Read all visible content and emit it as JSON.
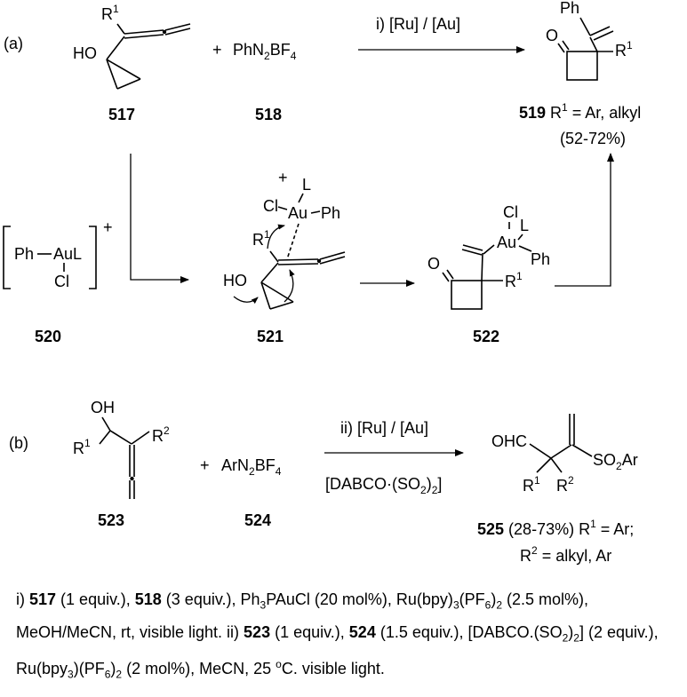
{
  "panels": {
    "a": "(a)",
    "b": "(b)"
  },
  "reaction_a": {
    "condition": "i) [Ru] / [Au]",
    "plus": "+",
    "reactant_517": {
      "id": "517",
      "r_label": "R",
      "r_sup": "1",
      "ho": "HO"
    },
    "reactant_518": {
      "id": "518",
      "ph": "PhN",
      "n_sub": "2",
      "bf": "BF",
      "bf_sub": "4"
    },
    "product_519": {
      "id": "519",
      "ph": "Ph",
      "o": "O",
      "r_label": "R",
      "r_sup": "1",
      "desc_r": " R",
      "desc_sup": "1",
      "desc_rest": " = Ar, alkyl",
      "yield": "(52-72%)"
    },
    "complex_520": {
      "id": "520",
      "ph": "Ph",
      "aul": "AuL",
      "cl": "Cl",
      "charge": "+"
    },
    "intermediate_521": {
      "id": "521",
      "plus": "+",
      "cl": "Cl",
      "l": "L",
      "au": "Au",
      "ph": "Ph",
      "r_label": "R",
      "r_sup": "1",
      "ho": "HO"
    },
    "intermediate_522": {
      "id": "522",
      "cl": "Cl",
      "l": "L",
      "au": "Au",
      "ph": "Ph",
      "o": "O",
      "r_label": "R",
      "r_sup": "1"
    }
  },
  "reaction_b": {
    "condition_top": "ii) [Ru] / [Au]",
    "condition_bottom_a": "[DABCO",
    "condition_bottom_dot": "·",
    "condition_bottom_b": "(SO",
    "condition_bottom_sub": "2",
    "condition_bottom_c": ")",
    "condition_bottom_sub2": "2",
    "condition_bottom_d": "]",
    "plus": "+",
    "reactant_523": {
      "id": "523",
      "oh": "OH",
      "r1": "R",
      "r1_sup": "1",
      "r2": "R",
      "r2_sup": "2"
    },
    "reactant_524": {
      "id": "524",
      "ar": "ArN",
      "n_sub": "2",
      "bf": "BF",
      "bf_sub": "4"
    },
    "product_525": {
      "id": "525",
      "ohc": "OHC",
      "so": "SO",
      "so_sub": "2",
      "ar": "Ar",
      "r1": "R",
      "r1_sup": "1",
      "r2": "R",
      "r2_sup": "2",
      "desc_a": " (28-73%) R",
      "desc_a_sup": "1",
      "desc_a_rest": " = Ar;",
      "desc_b": "R",
      "desc_b_sup": "2",
      "desc_b_rest": " = alkyl, Ar"
    }
  },
  "footnote": {
    "p1": "i) ",
    "c517": "517",
    "p2": " (1 equiv.), ",
    "c518": "518",
    "p3": " (3 equiv.), Ph",
    "p3_sub": "3",
    "p4": "PAuCl (20 mol%), Ru(bpy)",
    "p4_sub": "3",
    "p5": "(PF",
    "p5_sub": "6",
    "p6": ")",
    "p6_sub": "2",
    "p7": " (2.5 mol%), MeOH/MeCN, rt, visible light. ii) ",
    "c523": "523",
    "p8": " (1 equiv.), ",
    "c524": "524",
    "p9": " (1.5 equiv.), [DABCO.(SO",
    "p9_sub": "2",
    "p10": ")",
    "p10_sub": "2",
    "p11": "] (2 equiv.), Ru(bpy",
    "p11_sub": "3",
    "p12": ")(PF",
    "p12_sub": "6",
    "p13": ")",
    "p13_sub": "2",
    "p14": " (2 mol%), MeCN, 25 ",
    "p14_sup": "o",
    "p15": "C. visible light."
  }
}
